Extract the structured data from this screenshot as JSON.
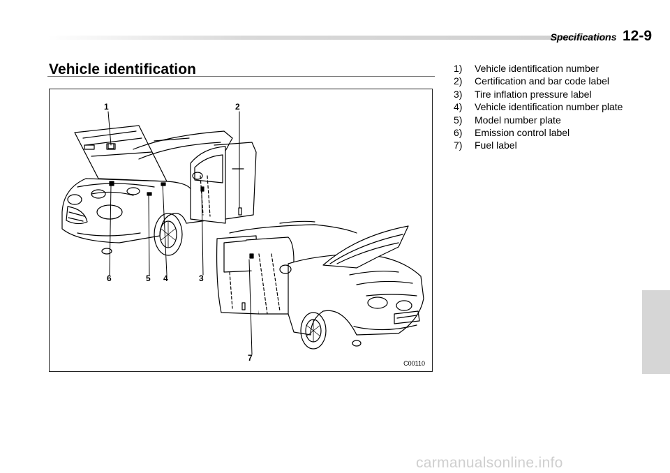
{
  "header": {
    "section": "Specifications",
    "page_number": "12-9"
  },
  "title": "Vehicle identification",
  "figure": {
    "code": "C00110",
    "callouts": [
      "1",
      "2",
      "3",
      "4",
      "5",
      "6",
      "7"
    ]
  },
  "legend": [
    {
      "num": "1)",
      "text": "Vehicle identification number"
    },
    {
      "num": "2)",
      "text": "Certification and bar code label"
    },
    {
      "num": "3)",
      "text": "Tire inflation pressure label"
    },
    {
      "num": "4)",
      "text": "Vehicle identification number plate"
    },
    {
      "num": "5)",
      "text": "Model number plate"
    },
    {
      "num": "6)",
      "text": "Emission control label"
    },
    {
      "num": "7)",
      "text": "Fuel label"
    }
  ],
  "watermark": "carmanualsonline.info"
}
